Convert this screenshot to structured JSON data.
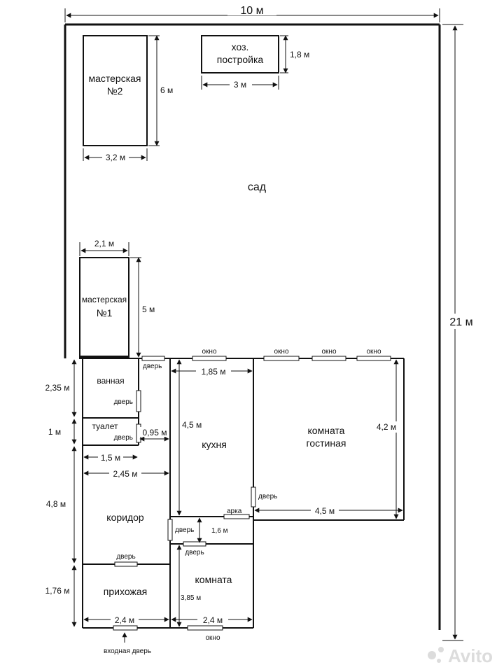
{
  "plot": {
    "width_label": "10 м",
    "length_label": "21 м",
    "garden_label": "сад"
  },
  "workshop2": {
    "name_line1": "мастерская",
    "name_line2": "№2",
    "height_label": "6 м",
    "width_label": "3,2 м"
  },
  "shed": {
    "name_line1": "хоз.",
    "name_line2": "постройка",
    "height_label": "1,8 м",
    "width_label": "3 м"
  },
  "workshop1": {
    "name_line1": "мастерская",
    "name_line2": "№1",
    "height_label": "5 м",
    "width_label": "2,1 м"
  },
  "bathroom": {
    "name": "ванная",
    "door": "дверь",
    "height_label": "2,35 м"
  },
  "toilet": {
    "name": "туалет",
    "door": "дверь",
    "height_label": "1 м",
    "width_label": "1,5 м",
    "depth_label": "0,95 м"
  },
  "corridor": {
    "name": "коридор",
    "height_label": "4,8 м",
    "width_label": "2,45 м"
  },
  "hall": {
    "name": "прихожая",
    "door": "дверь",
    "height_label": "1,76 м",
    "width_label": "2,4 м",
    "entrance_door": "входная дверь"
  },
  "kitchen": {
    "name": "кухня",
    "height_label": "4,5 м",
    "width_label": "1,85 м",
    "window": "окно",
    "arch": "арка"
  },
  "back_door": {
    "label": "дверь"
  },
  "living": {
    "name_line1": "комната",
    "name_line2": "гостиная",
    "height_label": "4,2 м",
    "width_label": "4,5 м",
    "door": "дверь",
    "windows": [
      "окно",
      "окно",
      "окно"
    ]
  },
  "small_hall": {
    "door": "дверь",
    "height_label": "1,6 м"
  },
  "room": {
    "name": "комната",
    "height_label": "3,85 м",
    "width_label": "2,4 м",
    "door": "дверь",
    "window": "окно"
  },
  "watermark": "Avito"
}
